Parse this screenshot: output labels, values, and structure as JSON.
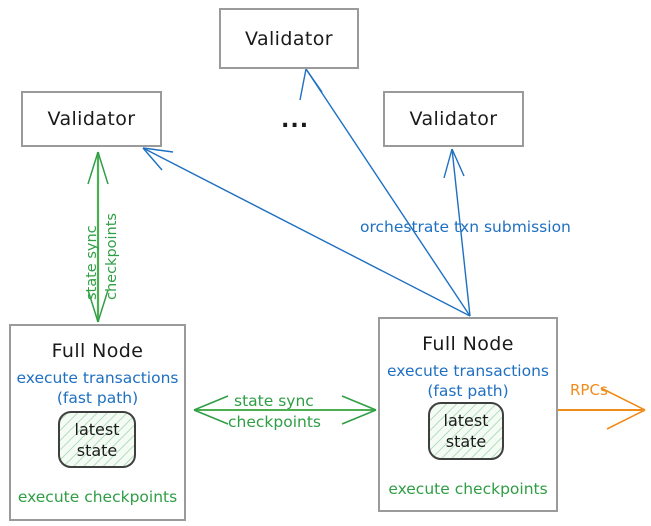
{
  "diagram": {
    "title_colors": {
      "blue": "#1f70c1",
      "green": "#2f9e44",
      "orange": "#f08c1a",
      "box_border": "#9a9a9a",
      "text": "#1a1a1a",
      "state_border": "#3f3f3f"
    },
    "validators": [
      {
        "id": "validator-top",
        "label": "Validator"
      },
      {
        "id": "validator-left",
        "label": "Validator"
      },
      {
        "id": "validator-right",
        "label": "Validator"
      }
    ],
    "ellipsis": "...",
    "full_nodes": [
      {
        "id": "full-node-left",
        "title": "Full Node",
        "blue_line_1": "execute transactions",
        "blue_line_2": "(fast path)",
        "state_line_1": "latest",
        "state_line_2": "state",
        "green_line": "execute checkpoints"
      },
      {
        "id": "full-node-right",
        "title": "Full Node",
        "blue_line_1": "execute transactions",
        "blue_line_2": "(fast path)",
        "state_line_1": "latest",
        "state_line_2": "state",
        "green_line": "execute checkpoints"
      }
    ],
    "edge_labels": {
      "orchestrate": "orchestrate txn submission",
      "vertical_state_sync": "state sync",
      "vertical_checkpoints": "checkpoints",
      "middle_state_sync": "state sync",
      "middle_checkpoints": "checkpoints",
      "rpcs": "RPCs"
    }
  }
}
